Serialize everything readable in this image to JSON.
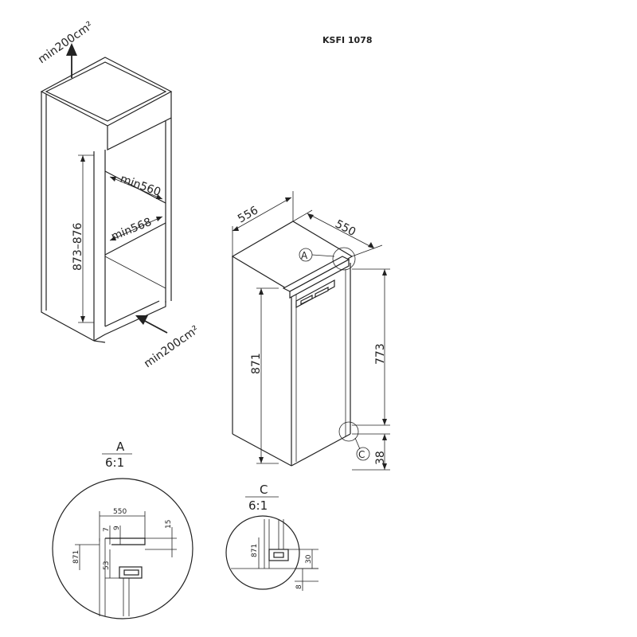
{
  "model": "KSFI 1078",
  "niche": {
    "vent_top": "min200cm²",
    "vent_bottom": "min200cm²",
    "height_range": "873–876",
    "depth_min_upper": "min560",
    "depth_min_lower": "min568"
  },
  "appliance": {
    "width": "556",
    "depth": "550",
    "height": "871",
    "door_height": "773",
    "base_offset": "38",
    "marker_a": "A",
    "marker_c": "C"
  },
  "detail_a": {
    "label": "A",
    "scale": "6:1",
    "dim_550": "550",
    "dim_7": "7",
    "dim_9": "9",
    "dim_15": "15",
    "dim_871": "871",
    "dim_53": "53"
  },
  "detail_c": {
    "label": "C",
    "scale": "6:1",
    "dim_871": "871",
    "dim_30": "30",
    "dim_8": "8"
  }
}
